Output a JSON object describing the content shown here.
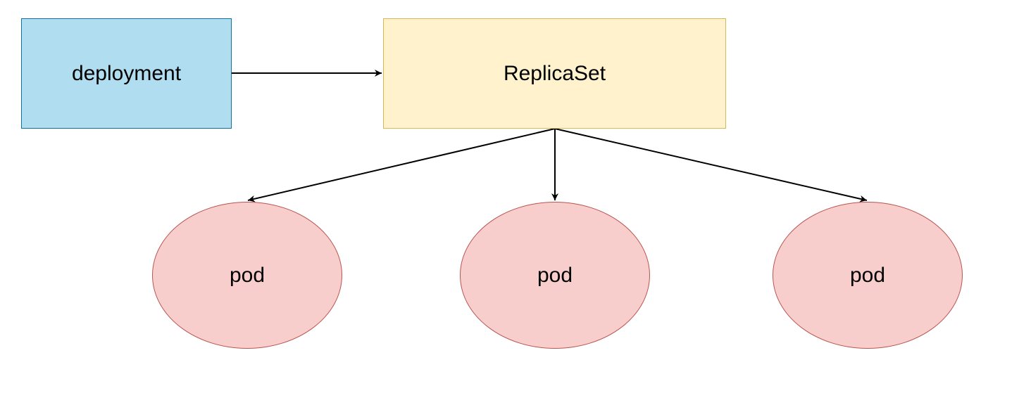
{
  "diagram": {
    "nodes": {
      "deployment": {
        "label": "deployment",
        "shape": "rectangle",
        "fill": "#b1ddf0",
        "stroke": "#10739e"
      },
      "replicaset": {
        "label": "ReplicaSet",
        "shape": "rectangle",
        "fill": "#fff2cc",
        "stroke": "#d6b656"
      },
      "pod_1": {
        "label": "pod",
        "shape": "ellipse",
        "fill": "#f8cecc",
        "stroke": "#b85450"
      },
      "pod_2": {
        "label": "pod",
        "shape": "ellipse",
        "fill": "#f8cecc",
        "stroke": "#b85450"
      },
      "pod_3": {
        "label": "pod",
        "shape": "ellipse",
        "fill": "#f8cecc",
        "stroke": "#b85450"
      }
    },
    "edges": [
      {
        "from": "deployment",
        "to": "replicaset"
      },
      {
        "from": "replicaset",
        "to": "pod_1"
      },
      {
        "from": "replicaset",
        "to": "pod_2"
      },
      {
        "from": "replicaset",
        "to": "pod_3"
      }
    ],
    "edge_color": "#000000"
  }
}
